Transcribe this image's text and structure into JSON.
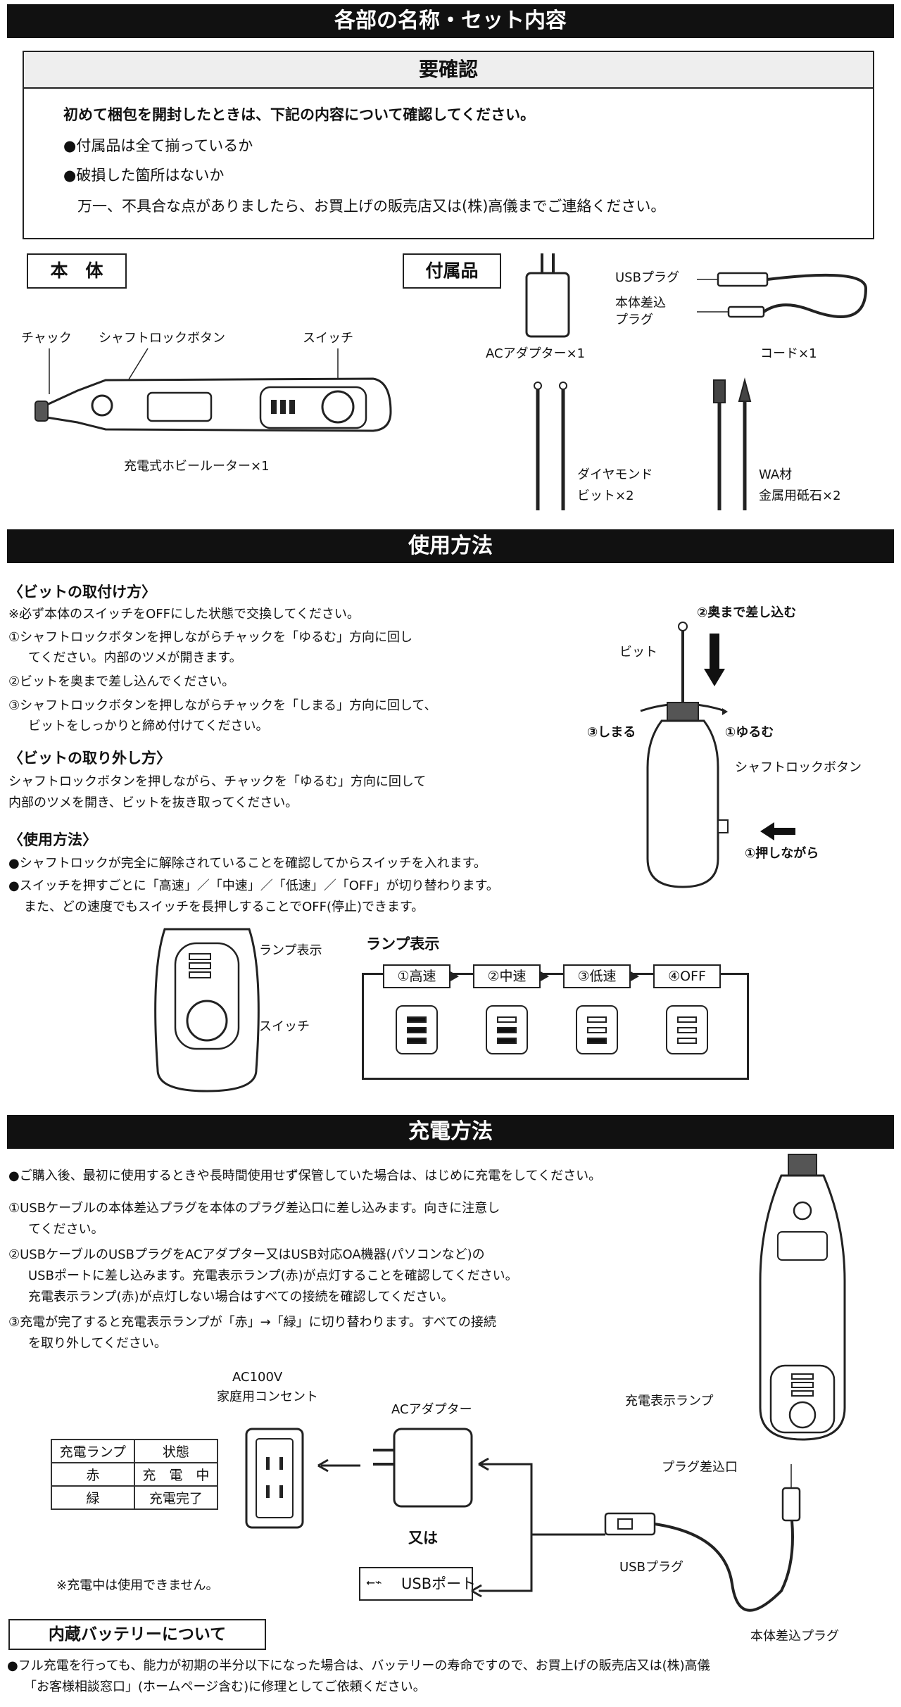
{
  "section1": {
    "title": "各部の名称・セット内容"
  },
  "confirm": {
    "heading": "要確認",
    "lead": "初めて梱包を開封したときは、下記の内容について確認してください。",
    "items": [
      "●付属品は全て揃っているか",
      "●破損した箇所はないか"
    ],
    "note": "万一、不具合な点がありましたら、お買上げの販売店又は(株)高儀までご連絡ください。"
  },
  "body_box": {
    "label": "本　体",
    "chuck": "チャック",
    "shaft_lock": "シャフトロックボタン",
    "switch": "スイッチ",
    "caption": "充電式ホビールーター×1"
  },
  "accessories": {
    "label": "付属品",
    "adapter": "ACアダプター×1",
    "usb_plug": "USBプラグ",
    "body_plug_line1": "本体差込",
    "body_plug_line2": "プラグ",
    "cord": "コード×1",
    "diamond_line1": "ダイヤモンド",
    "diamond_line2": "ビット×2",
    "wa_line1": "WA材",
    "wa_line2": "金属用砥石×2"
  },
  "section2": {
    "title": "使用方法"
  },
  "attach": {
    "heading": "〈ビットの取付け方〉",
    "note": "※必ず本体のスイッチをOFFにした状態で交換してください。",
    "s1a": "①シャフトロックボタンを押しながらチャックを「ゆるむ」方向に回し",
    "s1b": "てください。内部のツメが開きます。",
    "s2": "②ビットを奥まで差し込んでください。",
    "s3a": "③シャフトロックボタンを押しながらチャックを「しまる」方向に回して、",
    "s3b": "ビットをしっかりと締め付けてください。"
  },
  "remove": {
    "heading": "〈ビットの取り外し方〉",
    "l1": "シャフトロックボタンを押しながら、チャックを「ゆるむ」方向に回して",
    "l2": "内部のツメを開き、ビットを抜き取ってください。"
  },
  "usage": {
    "heading": "〈使用方法〉",
    "l1": "●シャフトロックが完全に解除されていることを確認してからスイッチを入れます。",
    "l2": "●スイッチを押すごとに「高速」／「中速」／「低速」／「OFF」が切り替わります。",
    "l3": "また、どの速度でもスイッチを長押しすることでOFF(停止)できます。"
  },
  "fig_bit": {
    "insert": "②奥まで差し込む",
    "bit": "ビット",
    "tighten": "③しまる",
    "loosen": "①ゆるむ",
    "shaft_lock": "シャフトロックボタン",
    "press": "①押しながら"
  },
  "lamp_fig": {
    "lamp": "ランプ表示",
    "switch": "スイッチ",
    "title": "ランプ表示",
    "modes": [
      "①高速",
      "②中速",
      "③低速",
      "④OFF"
    ],
    "lit_bars": [
      3,
      2,
      1,
      0
    ]
  },
  "section3": {
    "title": "充電方法"
  },
  "charge": {
    "intro": "●ご購入後、最初に使用するときや長時間使用せず保管していた場合は、はじめに充電をしてください。",
    "s1a": "①USBケーブルの本体差込プラグを本体のプラグ差込口に差し込みます。向きに注意し",
    "s1b": "てください。",
    "s2a": "②USBケーブルのUSBプラグをACアダプター又はUSB対応OA機器(パソコンなど)の",
    "s2b": "USBポートに差し込みます。充電表示ランプ(赤)が点灯することを確認してください。",
    "s2c": "充電表示ランプ(赤)が点灯しない場合はすべての接続を確認してください。",
    "s3a": "③充電が完了すると充電表示ランプが「赤」→「緑」に切り替わります。すべての接続",
    "s3b": "を取り外してください。"
  },
  "table": {
    "h1": "充電ランプ",
    "h2": "状態",
    "rows": [
      [
        "赤",
        "充　電　中"
      ],
      [
        "緑",
        "充電完了"
      ]
    ]
  },
  "charge_fig": {
    "outlet_l1": "AC100V",
    "outlet_l2": "家庭用コンセント",
    "adapter": "ACアダプター",
    "or": "又は",
    "usb_port": "USBポート",
    "usb_symbol": "⭠⌁",
    "lamp": "充電表示ランプ",
    "plug_port": "プラグ差込口",
    "usb_plug": "USBプラグ",
    "body_plug": "本体差込プラグ",
    "note": "※充電中は使用できません。"
  },
  "battery": {
    "label": "内蔵バッテリーについて",
    "l1": "●フル充電を行っても、能力が初期の半分以下になった場合は、バッテリーの寿命ですので、お買上げの販売店又は(株)高儀",
    "l2": "「お客様相談窓口」(ホームページ含む)に修理としてご依頼ください。"
  }
}
